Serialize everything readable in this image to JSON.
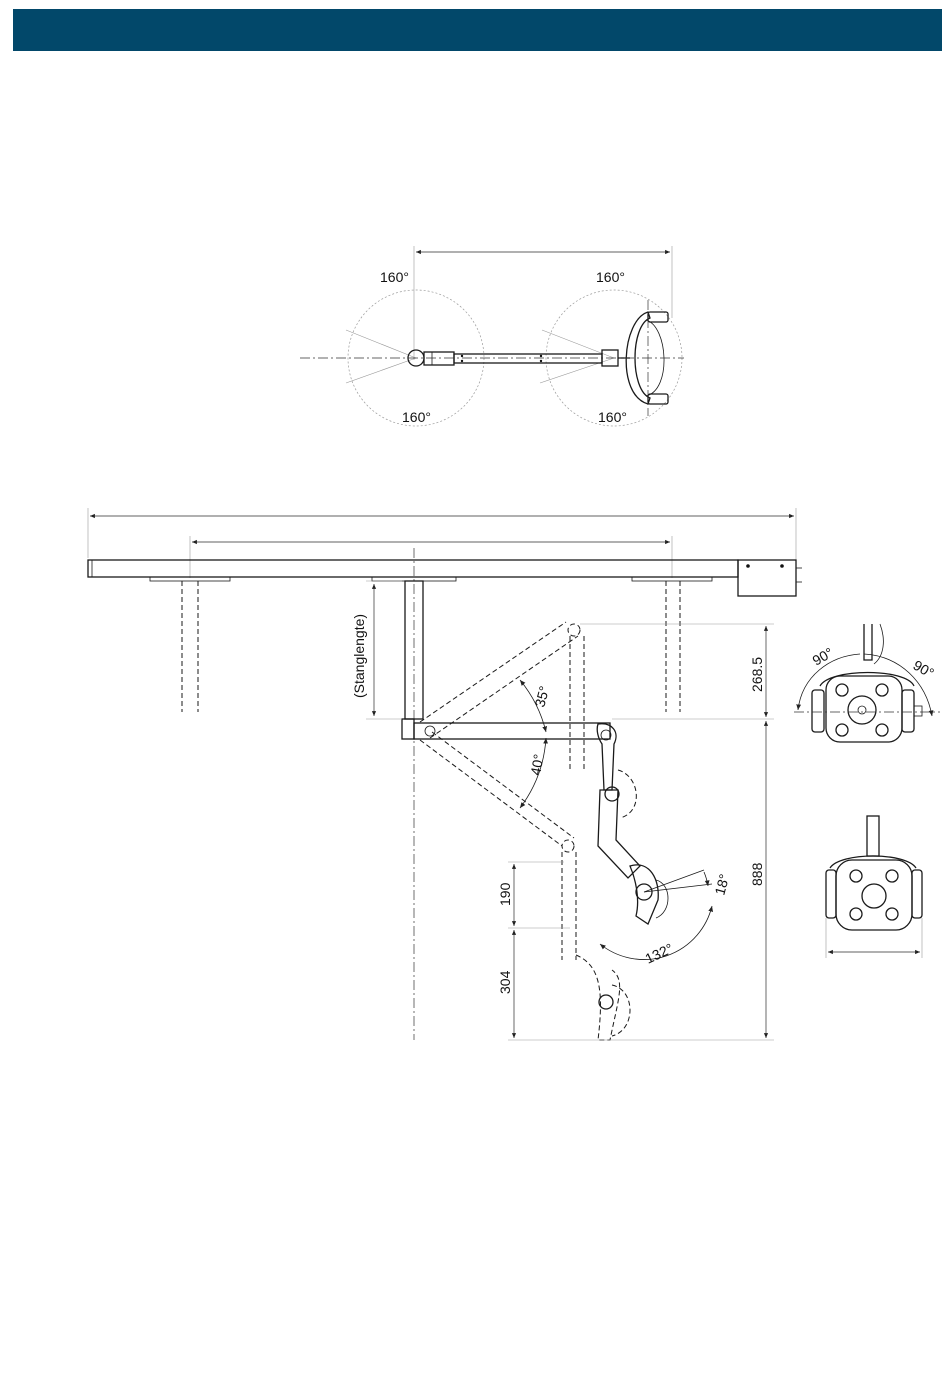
{
  "header": {
    "color": "#02486a"
  },
  "top_view": {
    "angle_top_left": "160°",
    "angle_top_right": "160°",
    "angle_bottom_left": "160°",
    "angle_bottom_right": "160°"
  },
  "side_view": {
    "rod_length_label": "(Stanglengte)",
    "angle_upper": "35°",
    "angle_lower": "40°",
    "dim_upper": "268.5",
    "dim_total": "888",
    "dim_190": "190",
    "dim_304": "304",
    "angle_head_tilt": "18°",
    "angle_head_rotate": "132°"
  },
  "front_view": {
    "angle_left": "90°",
    "angle_right": "90°"
  }
}
